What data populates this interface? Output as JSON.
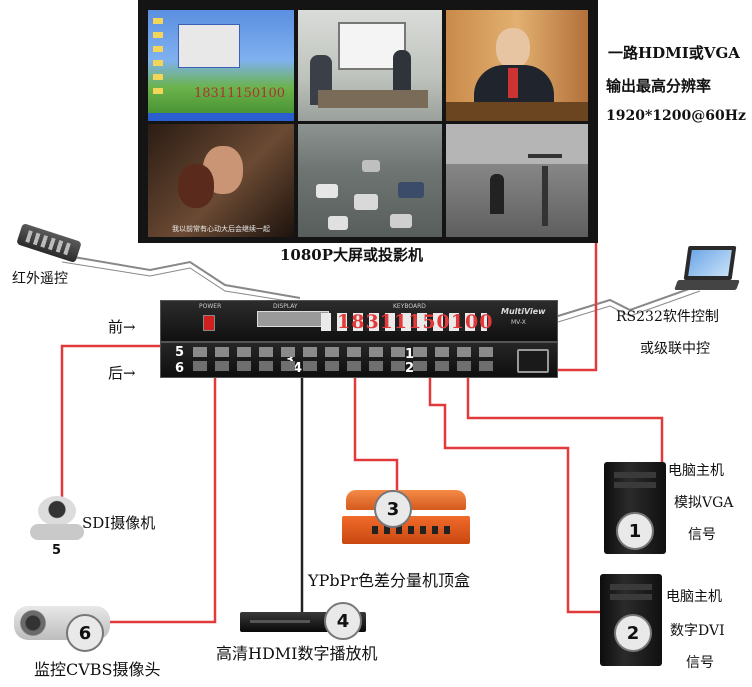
{
  "screen": {
    "caption": "1080P大屏或投影机",
    "phone_overlay": "18311150100",
    "subtitle_text": "我以前常有心动大后会继续一起",
    "side_text": [
      "一路HDMI或VGA",
      "输出最高分辨率",
      "1920*1200@60Hz"
    ]
  },
  "device": {
    "front_label": "前→",
    "rear_label": "后→",
    "keyboard_label": "KEYBOARD",
    "display_label": "DISPLAY",
    "power_label": "POWER",
    "brand": "MultiView",
    "model": "MV-X",
    "phone_overlay": "18311150100",
    "slots": [
      "1",
      "2",
      "3",
      "4",
      "5",
      "6"
    ]
  },
  "labels": {
    "remote": "红外遥控",
    "rs232": [
      "RS232软件控制",
      "或级联中控"
    ],
    "pc1": [
      "电脑主机",
      "模拟VGA",
      "信号"
    ],
    "pc2": [
      "电脑主机",
      "数字DVI",
      "信号"
    ],
    "sdi": "SDI摄像机",
    "cvbs": "监控CVBS摄像头",
    "hdmi_player": "高清HDMI数字播放机",
    "ypbpr": "YPbPr色差分量机顶盒"
  },
  "badges": [
    "1",
    "2",
    "3",
    "4",
    "5",
    "6"
  ],
  "colors": {
    "cable": "#e23a3a",
    "device_body": "#1c1c1c",
    "accent_orange": "#f0642a"
  }
}
